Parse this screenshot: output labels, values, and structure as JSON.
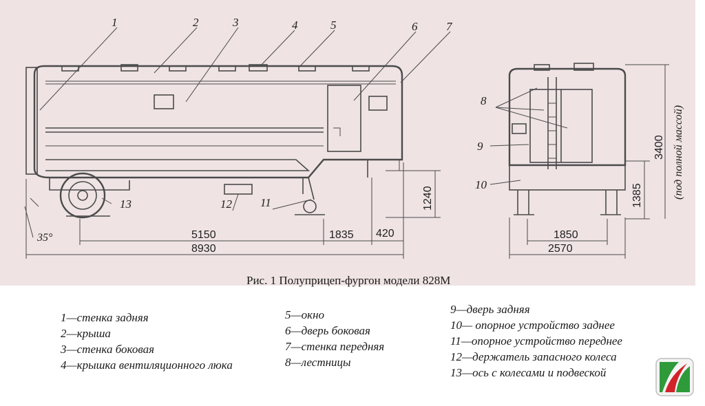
{
  "callouts": [
    "1",
    "2",
    "3",
    "4",
    "5",
    "6",
    "7",
    "8",
    "9",
    "10",
    "11",
    "12",
    "13"
  ],
  "dimensions": {
    "d5150": "5150",
    "d1835": "1835",
    "d420": "420",
    "d8930": "8930",
    "d1240": "1240",
    "d1850": "1850",
    "d2570": "2570",
    "d1385": "1385",
    "d3400": "3400",
    "note": "(под полной массой)",
    "angle": "35°"
  },
  "caption": "Рис. 1 Полуприцеп-фургон модели 828М",
  "legend": {
    "col1": [
      "1—стенка  задняя",
      "2—крыша",
      "3—стенка  боковая",
      "4—крышка вентиляционного люка"
    ],
    "col2": [
      "5—окно",
      "6—дверь боковая",
      "7—стенка передняя",
      "8—лестницы"
    ],
    "col3": [
      "9—дверь задняя",
      "10— опорное устройство заднее",
      "11—опорное устройство переднее",
      "12—держатель запасного колеса",
      "13—ось с колесами и подвеской"
    ]
  },
  "colors": {
    "paper": "#efe3e4",
    "ink": "#4a4a4a",
    "logo_green": "#2e9a3a",
    "logo_red": "#d2232a"
  },
  "logo": "red-green-flag-logo"
}
